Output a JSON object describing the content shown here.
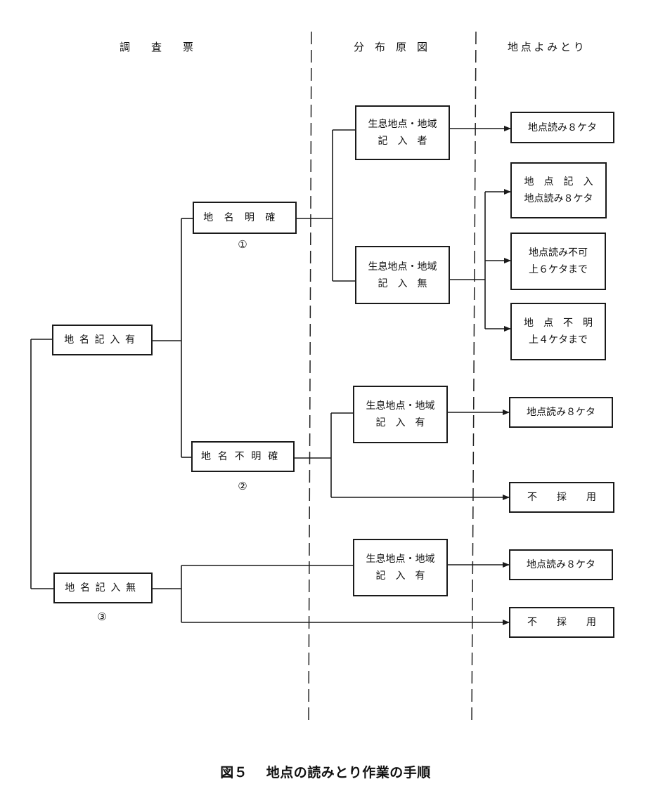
{
  "headers": {
    "survey": "調　　査　　票",
    "distribution": "分　布　原　図",
    "reading": "地点よみとり"
  },
  "boxes": {
    "entry_yes": "地名記入有",
    "entry_none": "地名記入無",
    "clear": "地名明確",
    "unclear": "地名不明確",
    "habitat_writer": [
      "生息地点・地域",
      "記　入　者"
    ],
    "habitat_none": [
      "生息地点・地域",
      "記　入　無"
    ],
    "habitat_yes_a": [
      "生息地点・地域",
      "記　入　有"
    ],
    "habitat_yes_b": [
      "生息地点・地域",
      "記　入　有"
    ],
    "r1": [
      "地点読み８ケタ"
    ],
    "r2": [
      "地　点　記　入",
      "地点読み８ケタ"
    ],
    "r3": [
      "地点読み不可",
      "上６ケタまで"
    ],
    "r4": [
      "地　点　不　明",
      "上４ケタまで"
    ],
    "r5": [
      "地点読み８ケタ"
    ],
    "r6": [
      "不　　採　　用"
    ],
    "r7": [
      "地点読み８ケタ"
    ],
    "r8": [
      "不　　採　　用"
    ]
  },
  "markers": {
    "m1": "①",
    "m2": "②",
    "m3": "③"
  },
  "caption": "図５　 地点の読みとり作業の手順",
  "colors": {
    "line": "#1a1a1a",
    "background": "#ffffff"
  }
}
